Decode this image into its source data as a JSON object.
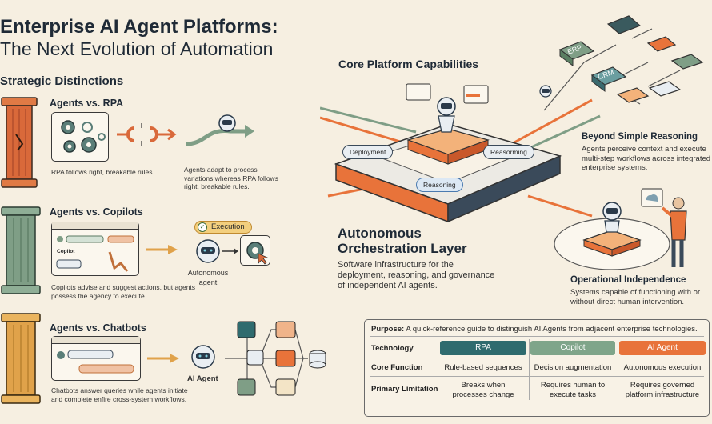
{
  "title_line1": "Enterprise AI Agent Platforms:",
  "title_line2": "The Next Evolution of Automation",
  "strategic": {
    "heading": "Strategic Distinctions",
    "rpa": {
      "title": "Agents vs. RPA",
      "caption_left": "RPA follows right, breakable rules.",
      "caption_right": "Agents adapt to process variations whereas RPA follows right, breakable rules."
    },
    "copilots": {
      "title": "Agents vs. Copilots",
      "copilot_label": "Copilot",
      "execution_label": "Execution",
      "agent_label": "Autonomous agent",
      "caption": "Copilots advise and suggest actions, but agents possess the agency to execute."
    },
    "chatbots": {
      "title": "Agents vs. Chatbots",
      "agent_label": "AI Agent",
      "caption": "Chatbots answer queries while agents initiate and complete enfire cross-system workflows."
    }
  },
  "core": {
    "heading": "Core Platform Capabilities",
    "pill_deployment": "Deployment",
    "pill_reasoning_right": "Reasorming",
    "pill_reasoning_bottom": "Reasoning",
    "orch_title_line1": "Autonomous",
    "orch_title_line2": "Orchestration Layer",
    "orch_desc": "Software infrastructure for the deployment, reasoning, and governance of independent AI agents.",
    "erp_label": "ERP",
    "crm_label": "CRM"
  },
  "beyond": {
    "title": "Beyond Simple Reasoning",
    "desc": "Agents perceive context and execute multi-step workflows across integrated enterprise systems."
  },
  "independence": {
    "title": "Operational Independence",
    "desc": "Systems capable of functioning with or without direct human intervention."
  },
  "table": {
    "purpose_label": "Purpose:",
    "purpose_text": "A quick-reference guide to distinguish AI Agents from adjacent enterprise technologies.",
    "row_technology": "Technology",
    "row_function": "Core Function",
    "row_limitation": "Primary Limitation",
    "col_rpa": "RPA",
    "col_copilot": "Copilot",
    "col_agent": "AI Agent",
    "func_rpa": "Rule-based sequences",
    "func_copilot": "Decision augmentation",
    "func_agent": "Autonomous execution",
    "lim_rpa": "Breaks when processes change",
    "lim_copilot": "Requires human to execute tasks",
    "lim_agent": "Requires governed platform infrastructure"
  },
  "colors": {
    "rpa": "#2f6b6e",
    "copilot": "#7fa58a",
    "agent": "#e8733a",
    "pillar_orange": "#d9693a",
    "pillar_green": "#7f9e86",
    "pillar_gold": "#e0a24a"
  }
}
